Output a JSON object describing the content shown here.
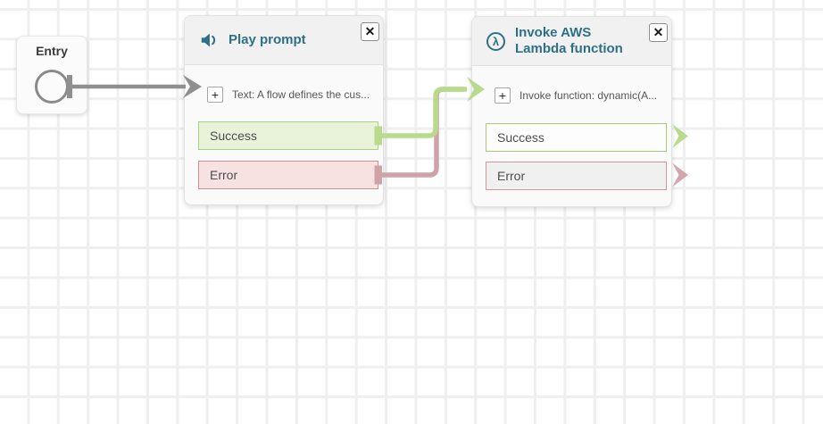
{
  "app": {
    "name": "contact-flow-editor"
  },
  "colors": {
    "accent_teal": "#2d7186",
    "connector_gray": "#8f8f8f",
    "connector_green": "#b7da8b",
    "connector_pink": "#cfa2a8",
    "success_fill": "#e9f3d9",
    "success_border": "#aed17f",
    "error_fill": "#f7e2e2",
    "error_border": "#cb9191"
  },
  "entry": {
    "label": "Entry"
  },
  "glyphs": {
    "close": "✕",
    "add": "+",
    "lambda": "λ"
  },
  "nodes": [
    {
      "title": "Play prompt",
      "icon": "speaker-icon",
      "summary": "Text: A flow defines the cus...",
      "branches": [
        {
          "label": "Success",
          "state": "connected"
        },
        {
          "label": "Error",
          "state": "connected"
        }
      ]
    },
    {
      "title": "Invoke AWS Lambda function",
      "icon": "lambda-icon",
      "summary": "Invoke function: dynamic(A...",
      "branches": [
        {
          "label": "Success",
          "state": "unconnected"
        },
        {
          "label": "Error",
          "state": "unconnected"
        }
      ]
    }
  ]
}
